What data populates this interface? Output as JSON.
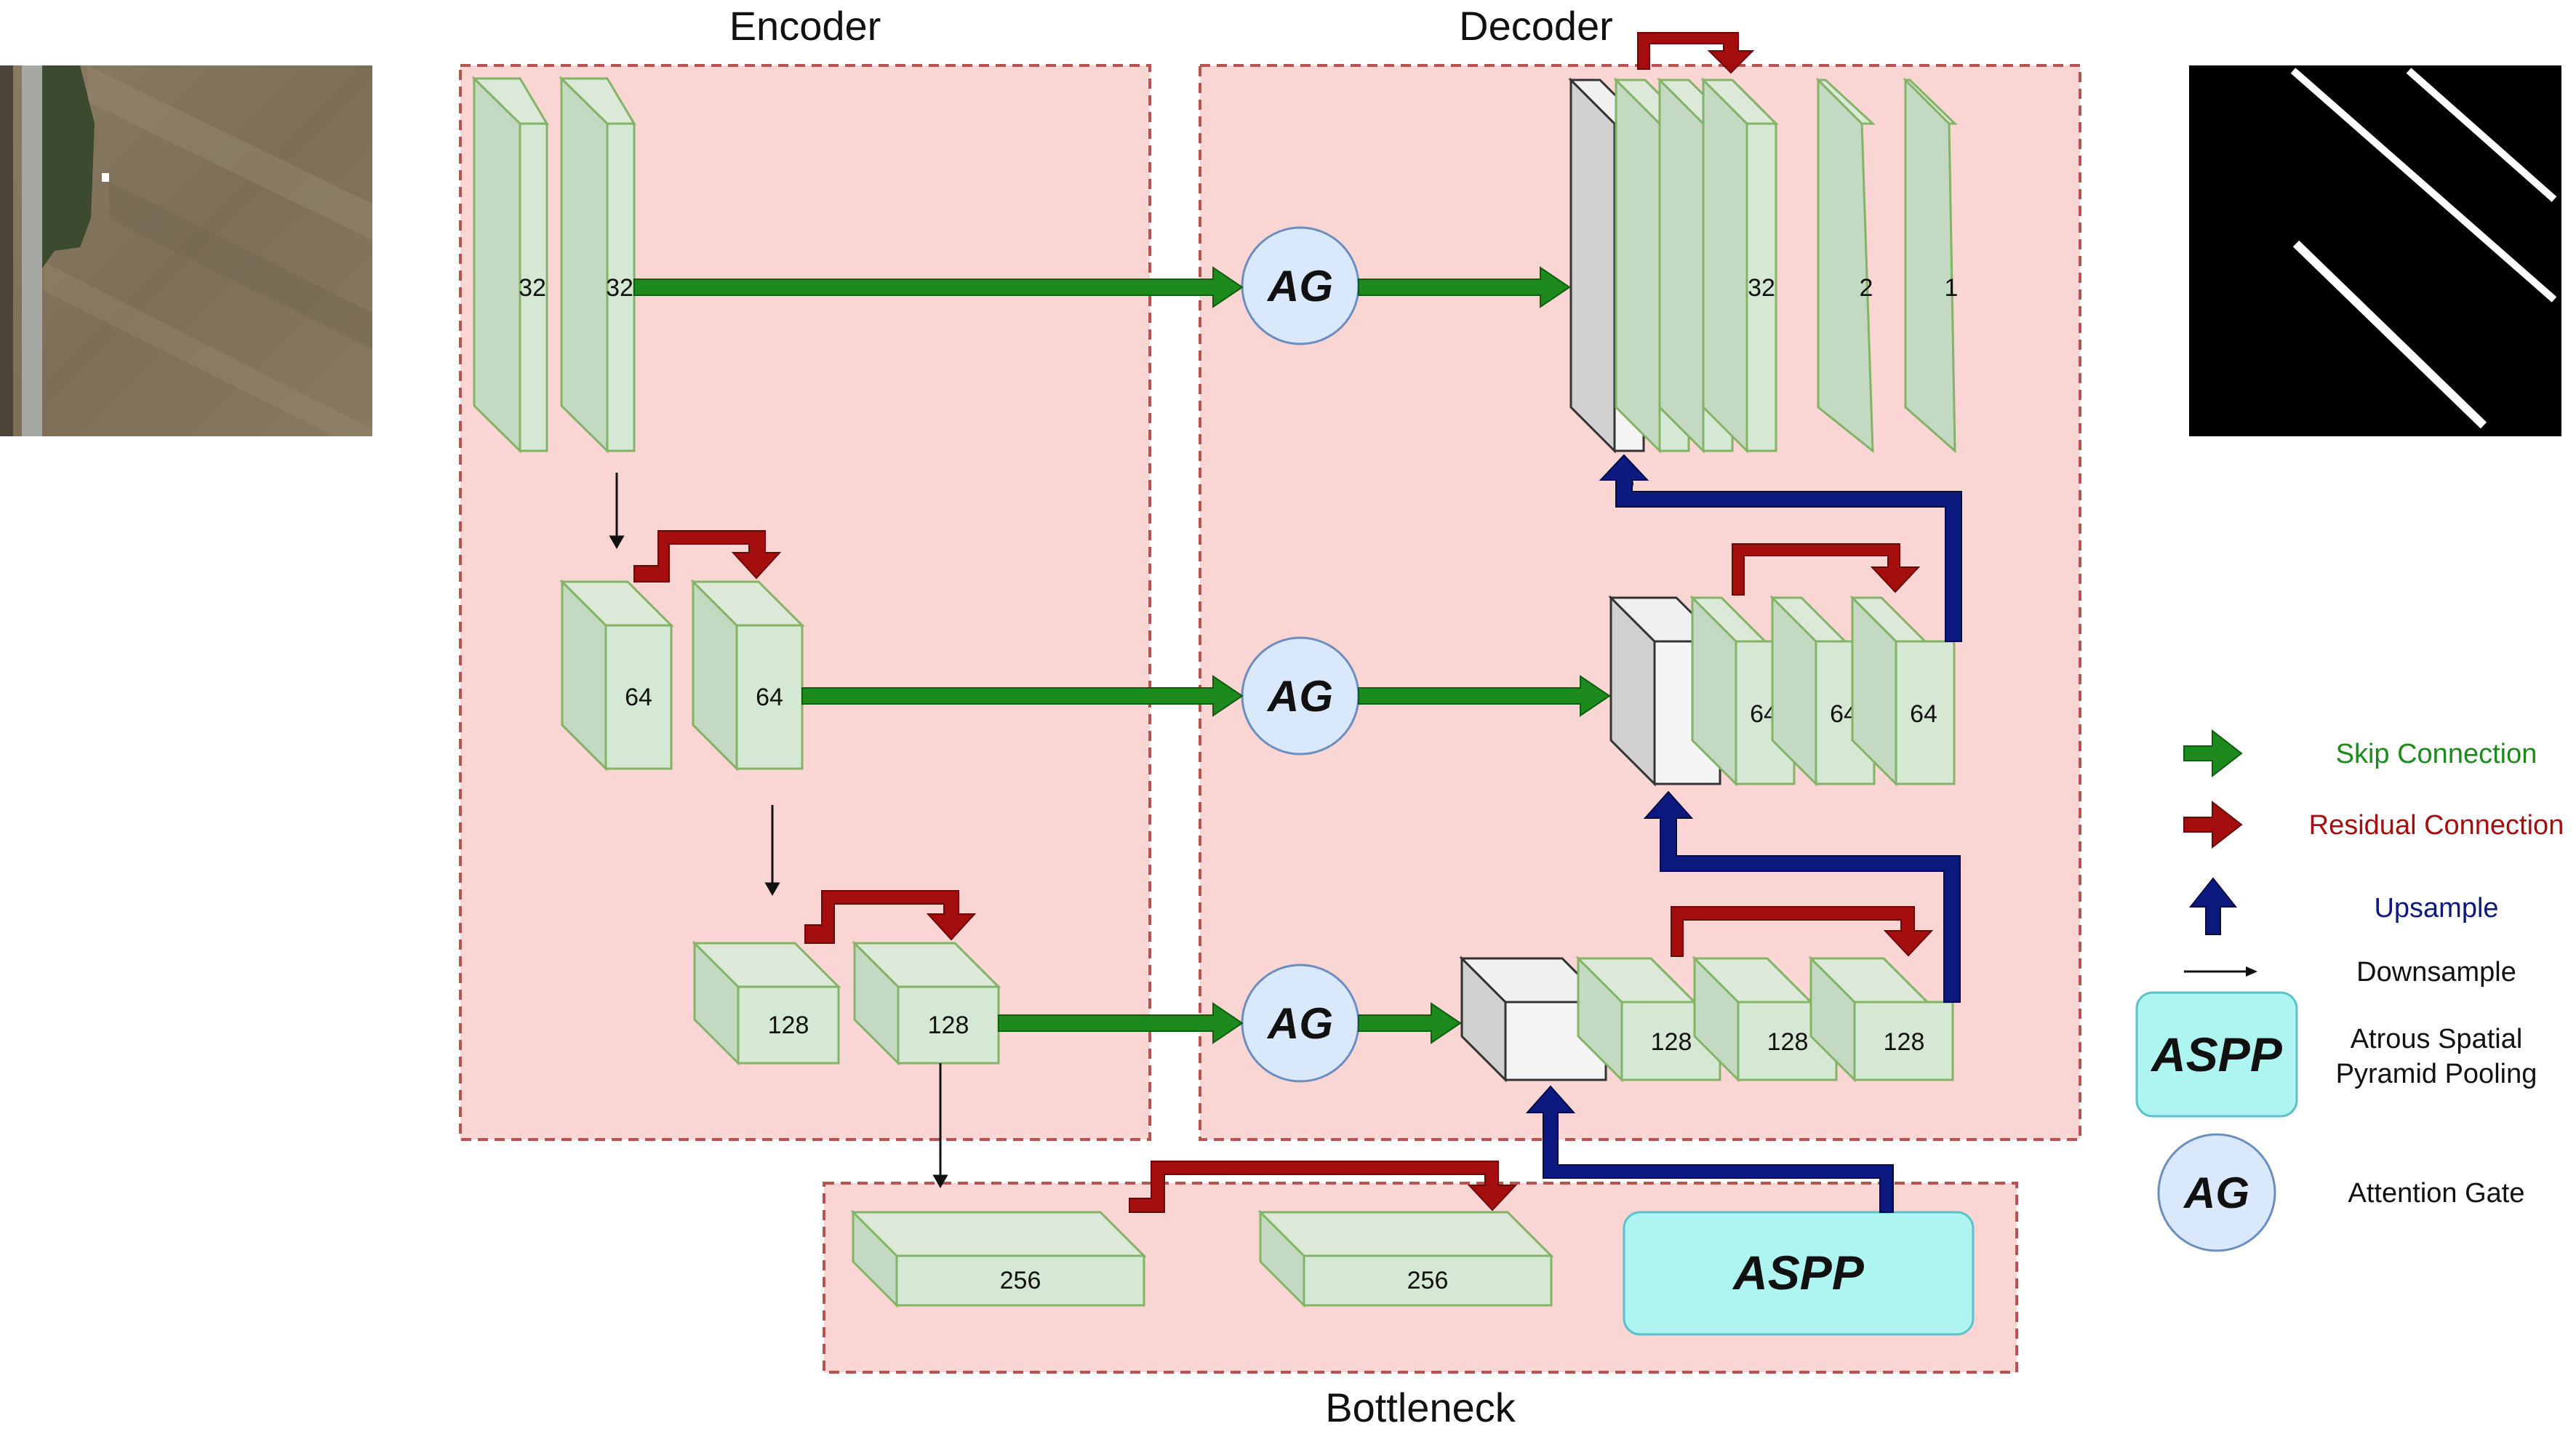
{
  "sections": {
    "encoder": "Encoder",
    "decoder": "Decoder",
    "bottleneck": "Bottleneck"
  },
  "encoder": {
    "level1": [
      "32",
      "32"
    ],
    "level2": [
      "64",
      "64"
    ],
    "level3": [
      "128",
      "128"
    ]
  },
  "bottleneck": {
    "blocks": [
      "256",
      "256"
    ],
    "aspp": "ASPP"
  },
  "attention_gates": [
    "AG",
    "AG",
    "AG"
  ],
  "decoder": {
    "level1": [
      "32",
      "32",
      "32"
    ],
    "level1_out": [
      "2",
      "1"
    ],
    "level2": [
      "64",
      "64",
      "64"
    ],
    "level3": [
      "128",
      "128",
      "128"
    ]
  },
  "legend": {
    "skip": "Skip Connection",
    "residual": "Residual Connection",
    "upsample": "Upsample",
    "downsample": "Downsample",
    "aspp_symbol": "ASPP",
    "aspp_line1": "Atrous Spatial",
    "aspp_line2": "Pyramid Pooling",
    "ag_symbol": "AG",
    "ag": "Attention Gate"
  },
  "colors": {
    "section_fill": "#f9d5d3",
    "section_border": "#b85450",
    "block_front": "#d5e8d4",
    "block_side": "#c4d9c2",
    "block_border": "#82b366",
    "skip": "#1c8a1c",
    "residual": "#a50e0e",
    "upsample": "#0c1a80",
    "ag_fill": "#dae8fc",
    "aspp_fill": "#aef4f0"
  }
}
